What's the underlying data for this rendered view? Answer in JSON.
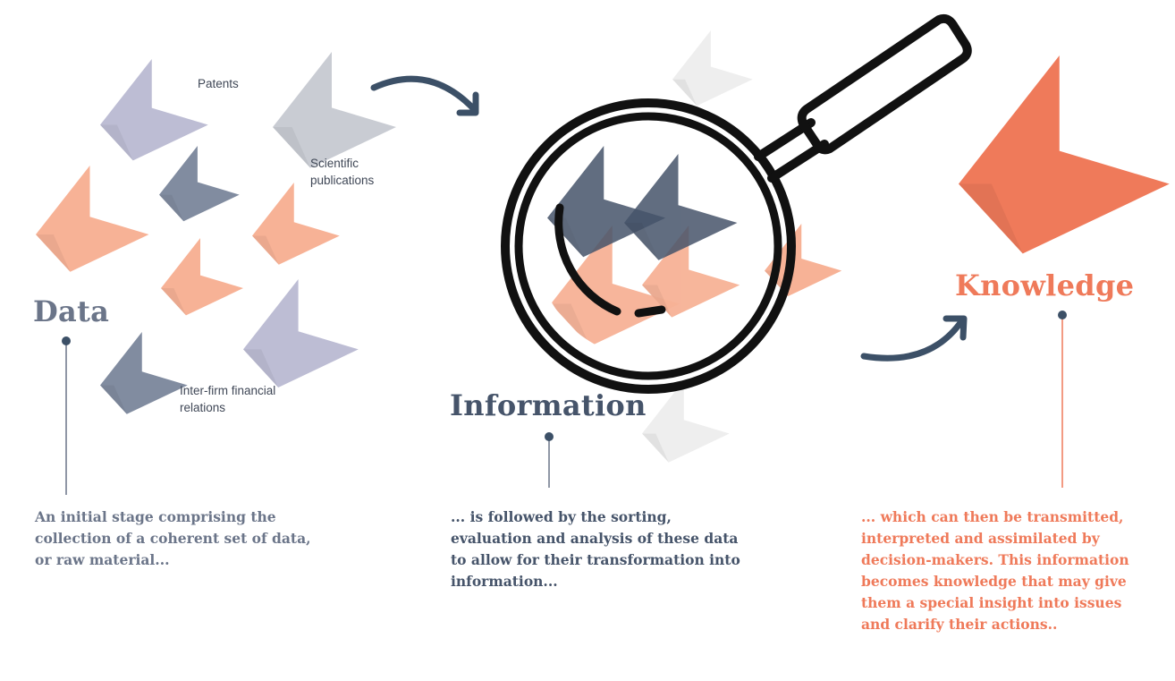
{
  "colors": {
    "data": "#6b7589",
    "information": "#46546a",
    "knowledge": "#ef7a5a",
    "lavender": "#bdbdd4",
    "light_gray": "#c9ccd3",
    "slate": "#818ca0",
    "peach": "#f7b296",
    "pale_gray": "#eeeeee",
    "arrow": "#3c5067",
    "glass": "#111111"
  },
  "labels": {
    "patents": "Patents",
    "scientific_publications": "Scientific publications",
    "inter_firm": "Inter-firm financial relations"
  },
  "stages": [
    {
      "title": "Data",
      "description": "An initial stage comprising the collection of a coherent set of data, or raw material..."
    },
    {
      "title": "Information",
      "description": "... is followed by the sorting, evaluation and analysis of these data to allow for their transformation into information..."
    },
    {
      "title": "Knowledge",
      "description": "... which can then be transmitted, interpreted and assimilated by decision-makers. This information becomes knowledge that may give them a special insight into issues and clarify their actions.."
    }
  ],
  "icons": {
    "magnifier": "magnifying-glass-icon",
    "arrows": "curved-arrow-icon"
  }
}
